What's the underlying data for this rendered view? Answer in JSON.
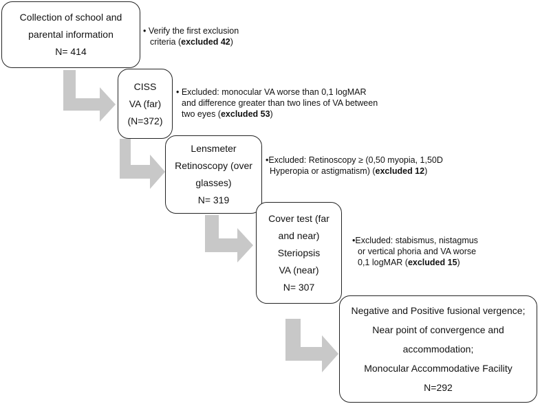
{
  "boxes": [
    {
      "id": "collection",
      "lines": [
        "Collection of school and",
        "parental information",
        "N= 414"
      ]
    },
    {
      "id": "ciss",
      "lines": [
        "CISS",
        "VA (far)",
        "(N=372)"
      ]
    },
    {
      "id": "lensmeter",
      "lines": [
        "Lensmeter",
        "Retinoscopy (over",
        "glasses)",
        "N= 319"
      ]
    },
    {
      "id": "cover",
      "lines": [
        "Cover test (far",
        "and near)",
        "Steriopsis",
        "VA (near)",
        "N= 307"
      ]
    },
    {
      "id": "final",
      "lines": [
        "Negative and Positive fusional vergence;",
        "Near point of convergence and",
        "accommodation;",
        "Monocular Accommodative Facility",
        "N=292"
      ]
    }
  ],
  "notes": [
    {
      "id": "note1",
      "line1": "• Verify the first exclusion",
      "line2_pre": "criteria (",
      "bold": "excluded 42",
      "line2_post": ")"
    },
    {
      "id": "note2",
      "line1": "•  Excluded: monocular VA worse than 0,1 logMAR",
      "line2": "and difference greater than two lines of VA between",
      "line3_pre": "two eyes  (",
      "bold": "excluded 53",
      "line3_post": ")"
    },
    {
      "id": "note3",
      "line1": "•Excluded: Retinoscopy ≥ (0,50 myopia, 1,50D",
      "line2_pre": "Hyperopia or astigmatism) (",
      "bold": "excluded 12",
      "line2_post": ")"
    },
    {
      "id": "note4",
      "line1": "•Excluded: stabismus, nistagmus",
      "line2": "or vertical phoria and VA worse",
      "line3_pre": "0,1 logMAR (",
      "bold": "excluded 15",
      "line3_post": ")"
    }
  ],
  "colors": {
    "arrow": "#c8c8c8",
    "border": "#222222"
  }
}
